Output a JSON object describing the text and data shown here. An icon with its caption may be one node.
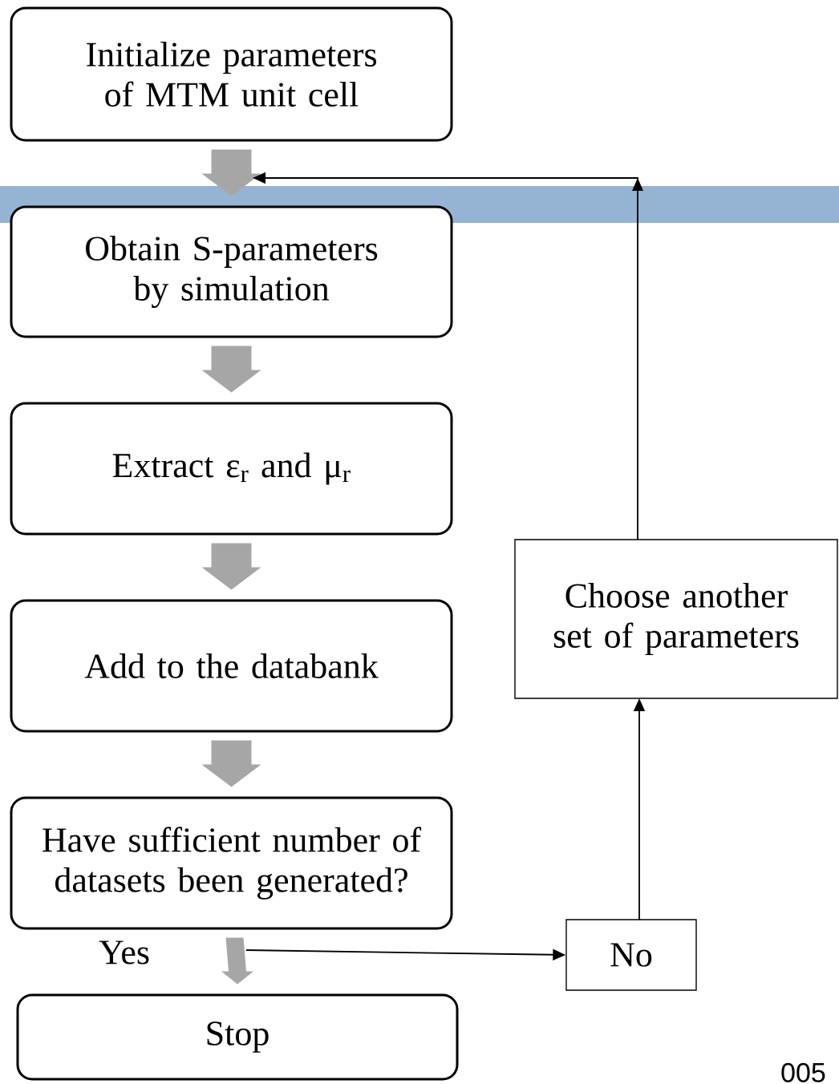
{
  "diagram": {
    "nodes": [
      {
        "text": [
          "Initialize parameters of MTM unit cell"
        ]
      },
      {
        "text": [
          "Obtain S-parameters by simulation"
        ]
      },
      {
        "text": [
          "Extract ε$_{r}$ and μ$_{r}$"
        ]
      },
      {
        "text": [
          "Add to the databank"
        ]
      },
      {
        "text": [
          "Have sufficient number of datasets been generated?"
        ]
      },
      {
        "text": [
          "Stop"
        ]
      },
      {
        "text": [
          "No"
        ]
      },
      {
        "text": [
          "Choose another set of parameters"
        ]
      }
    ],
    "edges": [
      {
        "from": 0,
        "to": 1,
        "arrow": "to"
      },
      {
        "from": 1,
        "to": 2,
        "arrow": "to"
      },
      {
        "from": 2,
        "to": 3,
        "arrow": "to"
      },
      {
        "from": 3,
        "to": 4,
        "arrow": "to"
      },
      {
        "from": 4,
        "to": 5,
        "arrow": "to",
        "label": "Yes"
      },
      {
        "from": 4,
        "to": 6,
        "arrow": "to",
        "color": "#000000"
      },
      {
        "from": 6,
        "to": 7,
        "arrow": "to",
        "color": "#000000"
      },
      {
        "from": 7,
        "to": 1,
        "arrow": "to",
        "color": "#000000"
      }
    ],
    "labels": [
      "005"
    ]
  }
}
